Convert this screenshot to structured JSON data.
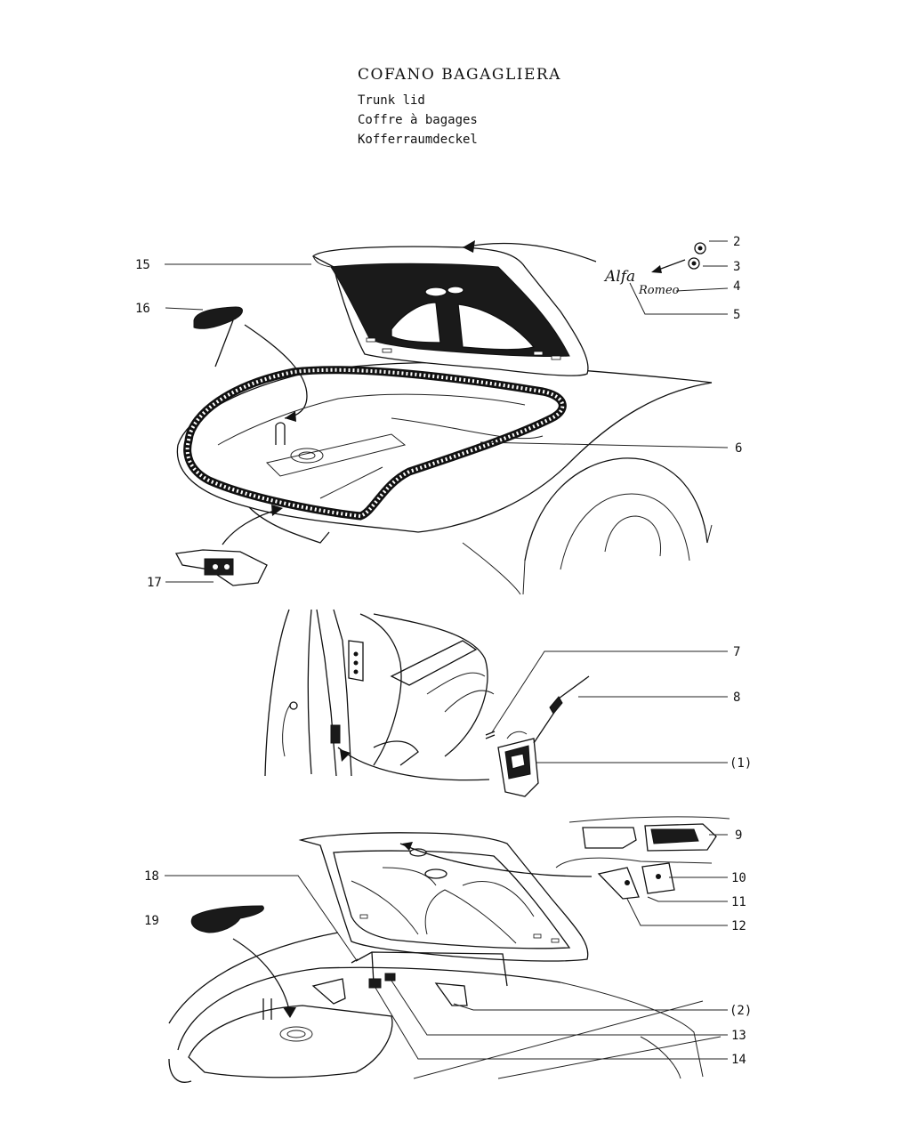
{
  "header": {
    "title": "COFANO BAGAGLIERA",
    "subtitle_en": "Trunk lid",
    "subtitle_fr": "Coffre à bagages",
    "subtitle_de": "Kofferraumdeckel"
  },
  "badge_script": {
    "word_1": "Alfa",
    "word_2": "Romeo"
  },
  "callouts": [
    {
      "id": "2",
      "label": "2"
    },
    {
      "id": "3",
      "label": "3"
    },
    {
      "id": "4",
      "label": "4"
    },
    {
      "id": "5",
      "label": "5"
    },
    {
      "id": "6",
      "label": "6"
    },
    {
      "id": "7",
      "label": "7"
    },
    {
      "id": "8",
      "label": "8"
    },
    {
      "id": "ref1",
      "label": "(1)"
    },
    {
      "id": "9",
      "label": "9"
    },
    {
      "id": "10",
      "label": "10"
    },
    {
      "id": "11",
      "label": "11"
    },
    {
      "id": "12",
      "label": "12"
    },
    {
      "id": "ref2",
      "label": "(2)"
    },
    {
      "id": "13",
      "label": "13"
    },
    {
      "id": "14",
      "label": "14"
    },
    {
      "id": "15",
      "label": "15"
    },
    {
      "id": "16",
      "label": "16"
    },
    {
      "id": "17",
      "label": "17"
    },
    {
      "id": "18",
      "label": "18"
    },
    {
      "id": "19",
      "label": "19"
    }
  ]
}
